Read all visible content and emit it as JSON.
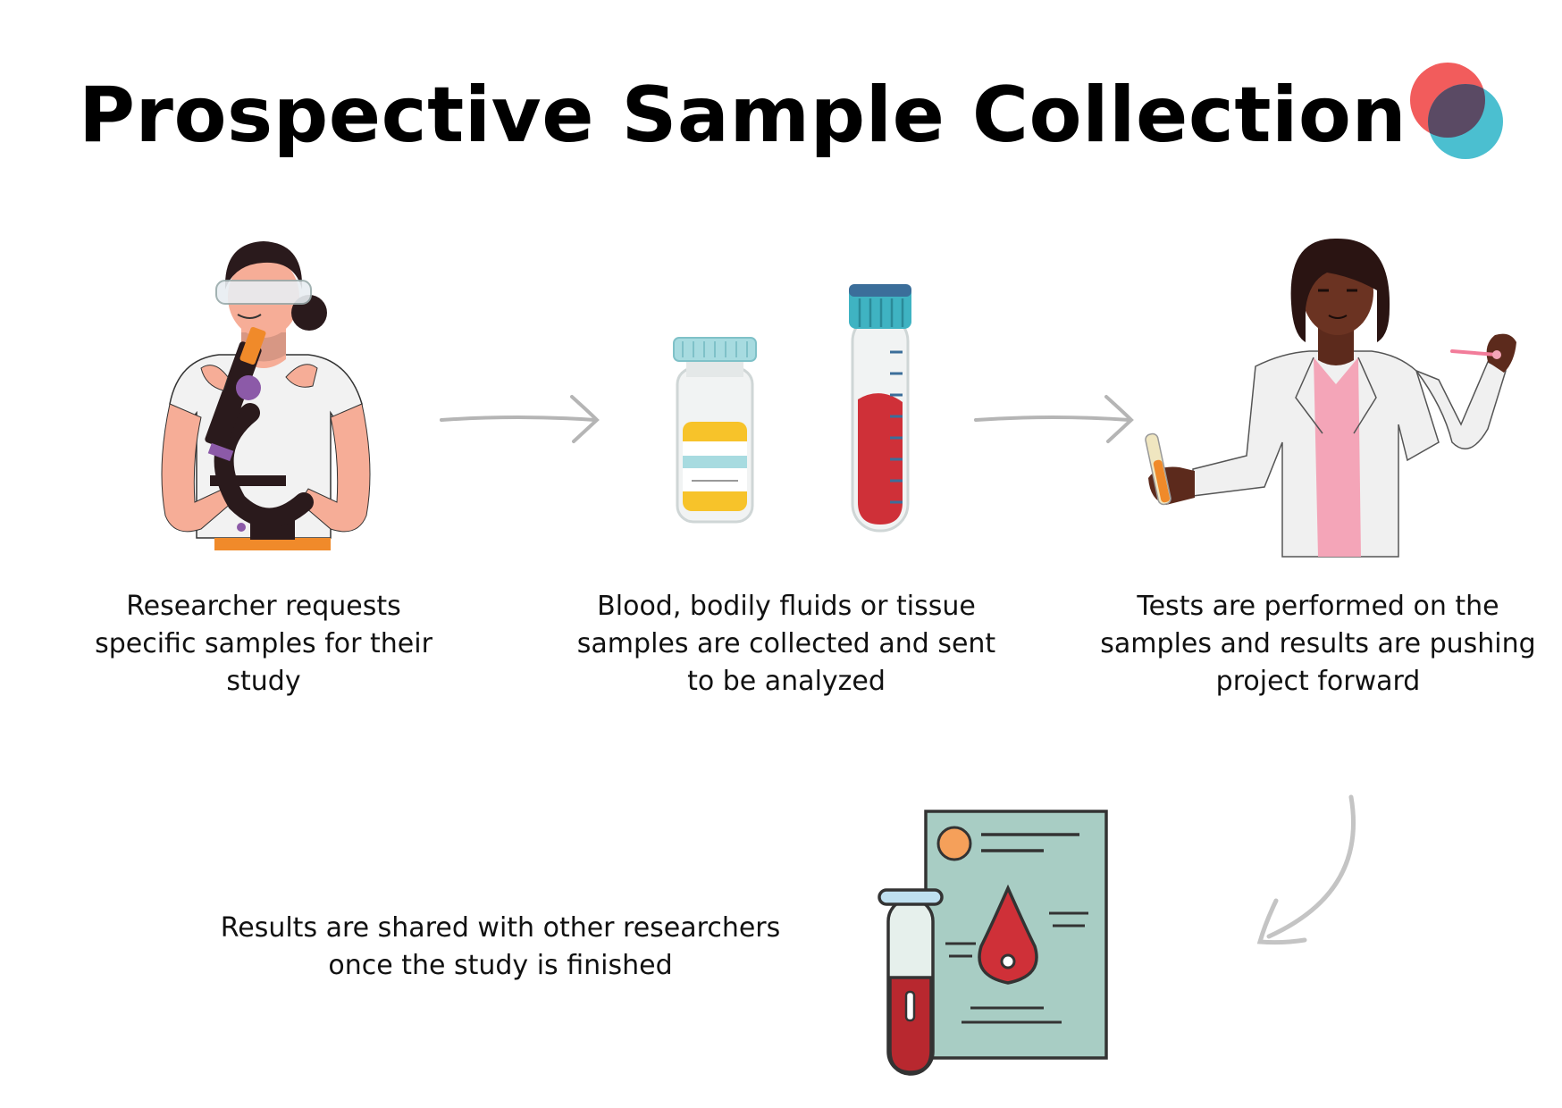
{
  "title": "Prospective Sample Collection",
  "colors": {
    "logo_red": "#f25c5c",
    "logo_teal": "#4bbfd0",
    "logo_overlap": "#5a4a64",
    "arrow": "#b5b5b5",
    "blood": "#cf3038",
    "document": "#a8cdc4"
  },
  "steps": [
    {
      "caption_lines": [
        "Researcher requests",
        "specific samples for their",
        "study"
      ]
    },
    {
      "caption_lines": [
        "Blood, bodily fluids or tissue",
        "samples are collected and sent",
        "to be analyzed"
      ]
    },
    {
      "caption_lines": [
        "Tests are performed on the",
        "samples and results are pushing",
        "project forward"
      ]
    },
    {
      "caption_lines": [
        "Results are shared with other researchers",
        "once the study is finished"
      ]
    }
  ]
}
